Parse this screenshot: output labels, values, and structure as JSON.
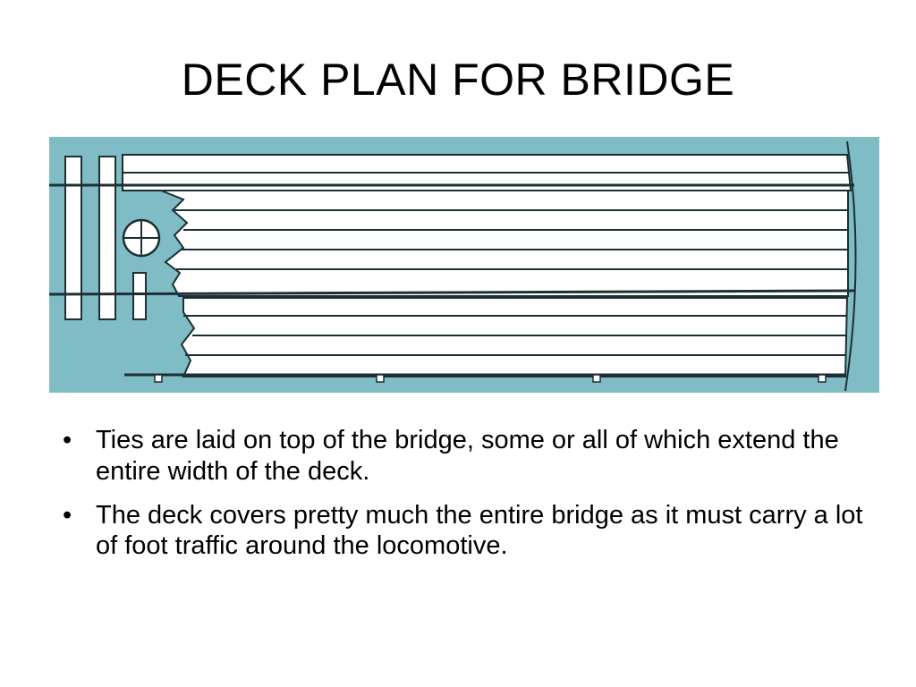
{
  "slide": {
    "title": "DECK PLAN FOR BRIDGE",
    "figure": {
      "icon": "deck-plan-drawing",
      "colors": {
        "background": "#7fbcc5",
        "plank": "#ffffff",
        "line": "#1c2f33"
      }
    },
    "bullets": [
      {
        "marker": "•",
        "text": "Ties are laid on top of the bridge, some or all of which extend the entire width of the deck."
      },
      {
        "marker": "•",
        "text": "The deck covers pretty much the entire bridge as it must carry a lot of foot traffic around the locomotive."
      }
    ]
  }
}
